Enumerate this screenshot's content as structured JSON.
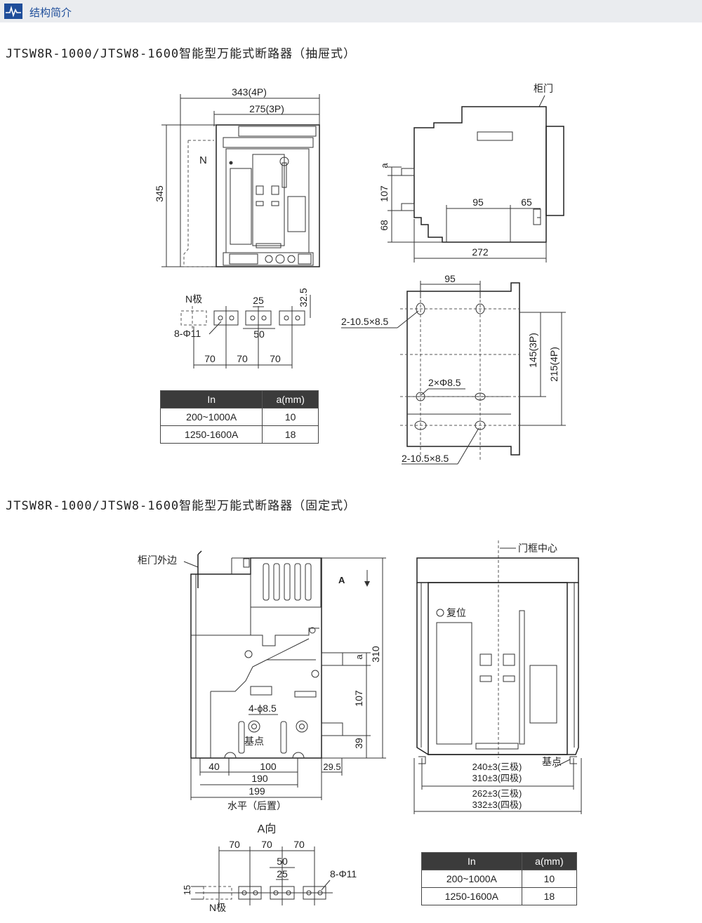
{
  "header": {
    "title": "结构简介",
    "accent": "#1f4e9a",
    "icon": "waveform-icon"
  },
  "section1": {
    "title": "JTSW8R-1000/JTSW8-1600智能型万能式断路器（抽屉式）",
    "front": {
      "dim_4p": "343(4P)",
      "dim_3p": "275(3P)",
      "dim_height": "345",
      "n_label": "N"
    },
    "side": {
      "door": "柜门",
      "a": "a",
      "d107": "107",
      "d68": "68",
      "d95": "95",
      "d65": "65",
      "d272": "272"
    },
    "terminals": {
      "n_pole": "N极",
      "d25": "25",
      "d32_5": "32.5",
      "holes": "8-Φ11",
      "d50": "50",
      "d70a": "70",
      "d70b": "70",
      "d70c": "70"
    },
    "mount": {
      "d95": "95",
      "slot_top": "2-10.5×8.5",
      "hole_mid": "2×Φ8.5",
      "slot_bot": "2-10.5×8.5",
      "d145": "145(3P)",
      "d215": "215(4P)"
    },
    "table": {
      "headers": [
        "In",
        "a(mm)"
      ],
      "rows": [
        [
          "200~1000A",
          "10"
        ],
        [
          "1250-1600A",
          "18"
        ]
      ]
    }
  },
  "section2": {
    "title": "JTSW8R-1000/JTSW8-1600智能型万能式断路器（固定式）",
    "side": {
      "door_edge": "柜门外边",
      "arrow_a": "A",
      "a": "a",
      "d310": "310",
      "d107": "107",
      "d39": "39",
      "holes": "4-ϕ8.5",
      "base": "基点",
      "d40": "40",
      "d100": "100",
      "d29_5": "29.5",
      "d190": "190",
      "d199": "199",
      "caption": "水平（后置）"
    },
    "front": {
      "frame_center": "门框中心",
      "reset": "复位",
      "base": "基点",
      "w1": "240±3(三极)",
      "w2": "310±3(四极)",
      "w3": "262±3(三极)",
      "w4": "332±3(四极)"
    },
    "view_a": {
      "title": "A向",
      "d70a": "70",
      "d70b": "70",
      "d70c": "70",
      "d50": "50",
      "d25": "25",
      "holes": "8-Φ11",
      "d15": "15",
      "n_pole": "N极"
    },
    "table": {
      "headers": [
        "In",
        "a(mm)"
      ],
      "rows": [
        [
          "200~1000A",
          "10"
        ],
        [
          "1250-1600A",
          "18"
        ]
      ]
    }
  }
}
